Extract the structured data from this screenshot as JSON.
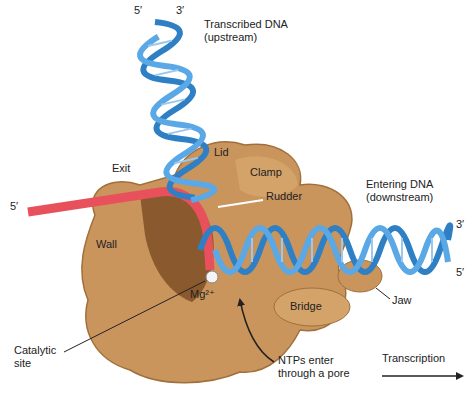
{
  "diagram": {
    "labels": [
      "5′",
      "3′",
      "Transcribed DNA (upstream)",
      "Exit",
      "Lid",
      "Clamp",
      "Rudder",
      "Entering DNA (downstream)",
      "3′",
      "5′",
      "5′",
      "Wall",
      "Mg²⁺",
      "Bridge",
      "Jaw",
      "Catalytic site",
      "NTPs enter through a pore",
      "Transcription"
    ]
  }
}
